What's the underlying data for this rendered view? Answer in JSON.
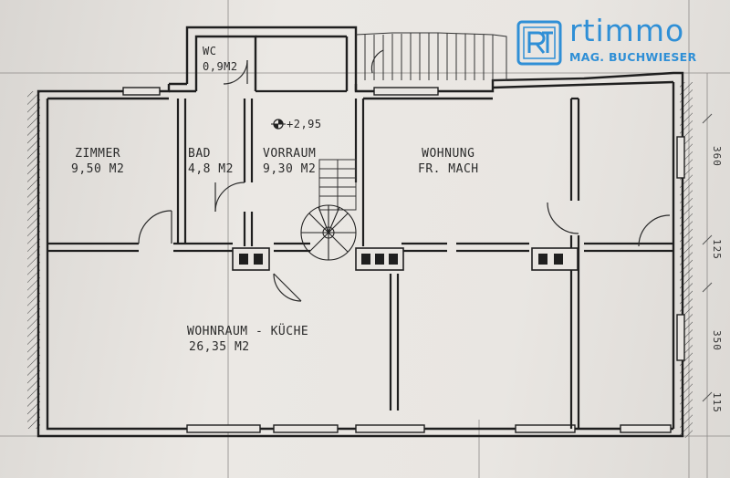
{
  "rooms": {
    "wc": {
      "name": "WC",
      "area": "0,9M2"
    },
    "zimmer": {
      "name": "ZIMMER",
      "area": "9,50 M2"
    },
    "bad": {
      "name": "BAD",
      "area": "4,8 M2"
    },
    "vorraum": {
      "name": "VORRAUM",
      "area": "9,30 M2"
    },
    "wohnung": {
      "name": "WOHNUNG",
      "area": "FR. MACH"
    },
    "wohnraum": {
      "name": "WOHNRAUM - KÜCHE",
      "area": "26,35 M2"
    }
  },
  "level_mark": "+2,95",
  "dimensions": [
    "360",
    "125",
    "350",
    "115"
  ],
  "logo": {
    "name": "rtimmo",
    "subtitle": "MAG. BUCHWIESER",
    "mark_text": "RT",
    "color": "#2f8fd6"
  },
  "colors": {
    "paper": "#e8e5e1",
    "wall": "#1f1f1f",
    "line": "#3a3a3a"
  }
}
